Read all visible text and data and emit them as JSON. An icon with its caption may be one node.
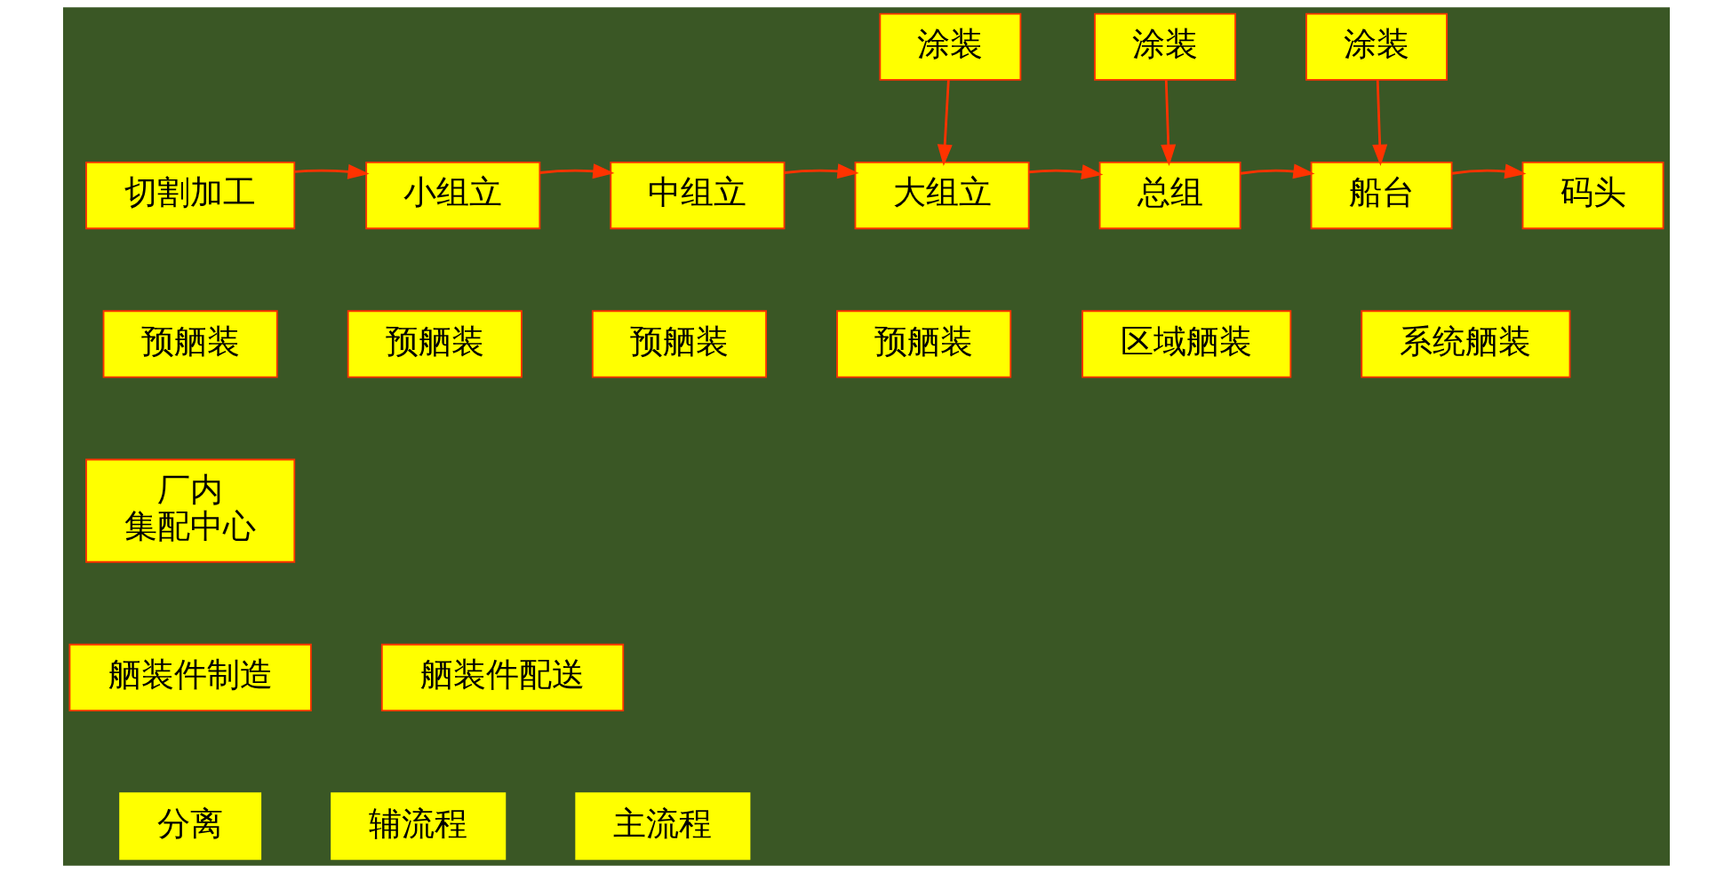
{
  "diagram": {
    "nodes": [
      {
        "text": [
          "涂装"
        ]
      },
      {
        "text": [
          "涂装"
        ]
      },
      {
        "text": [
          "涂装"
        ]
      },
      {
        "text": [
          "切割加工"
        ]
      },
      {
        "text": [
          "小组立"
        ]
      },
      {
        "text": [
          "中组立"
        ]
      },
      {
        "text": [
          "大组立"
        ]
      },
      {
        "text": [
          "总组"
        ]
      },
      {
        "text": [
          "船台"
        ]
      },
      {
        "text": [
          "码头"
        ]
      },
      {
        "text": [
          "预舾装"
        ]
      },
      {
        "text": [
          "预舾装"
        ]
      },
      {
        "text": [
          "预舾装"
        ]
      },
      {
        "text": [
          "预舾装"
        ]
      },
      {
        "text": [
          "区域舾装"
        ]
      },
      {
        "text": [
          "系统舾装"
        ]
      },
      {
        "text": [
          "厂内",
          "集配中心"
        ]
      },
      {
        "text": [
          "舾装件制造"
        ]
      },
      {
        "text": [
          "舾装件配送"
        ]
      },
      {
        "text": [
          "分离"
        ]
      },
      {
        "text": [
          "辅流程"
        ]
      },
      {
        "text": [
          "主流程"
        ]
      }
    ],
    "edges": [
      {
        "from": 3,
        "to": 4,
        "arrow": "to"
      },
      {
        "from": 4,
        "to": 5,
        "arrow": "to"
      },
      {
        "from": 5,
        "to": 6,
        "arrow": "to"
      },
      {
        "from": 6,
        "to": 7,
        "arrow": "to"
      },
      {
        "from": 7,
        "to": 8,
        "arrow": "to"
      },
      {
        "from": 8,
        "to": 9,
        "arrow": "to"
      },
      {
        "from": 0,
        "to": 6,
        "arrow": "to"
      },
      {
        "from": 1,
        "to": 7,
        "arrow": "to"
      },
      {
        "from": 2,
        "to": 8,
        "arrow": "to"
      }
    ]
  }
}
